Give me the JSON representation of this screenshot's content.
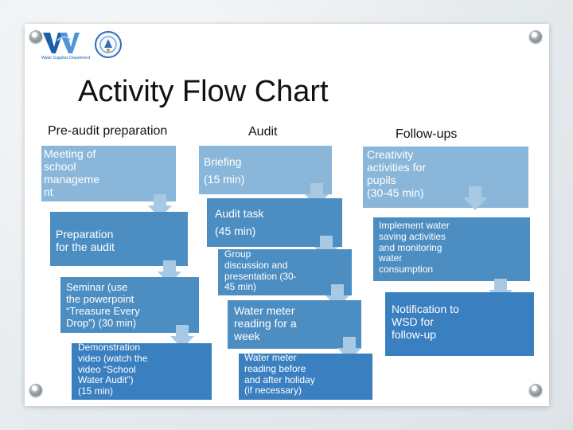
{
  "title": "Activity Flow Chart",
  "logo_caption": "Water Supplies Department",
  "columns": [
    {
      "heading": "Pre-audit preparation",
      "steps": [
        "Meeting of\nschool\nmanageme\nnt",
        "Preparation\nfor the audit",
        "Seminar (use\nthe powerpoint\n“Treasure Every\nDrop”) (30 min)",
        "Demonstration\nvideo (watch the\nvideo “School\nWater Audit”)\n(15 min)"
      ]
    },
    {
      "heading": "Audit",
      "steps": [
        "Briefing\n(15 min)",
        "Audit task\n(45 min)",
        "Group\ndiscussion and\npresentation (30-\n45 min)",
        "Water meter\nreading for a\nweek",
        "Water meter\nreading before\nand after holiday\n(if necessary)"
      ]
    },
    {
      "heading": "Follow-ups",
      "steps": [
        "Creativity\nactivities for\npupils\n(30-45 min)",
        "Implement water\nsaving activities\nand monitoring\nwater\nconsumption",
        "Notification to\nWSD for\nfollow-up"
      ]
    }
  ],
  "colors": {
    "box_light": "#8ab7d9",
    "box_mid": "#4d8ec2",
    "box_dark": "#3a7fc0",
    "arrow": "#a8c9e3"
  }
}
